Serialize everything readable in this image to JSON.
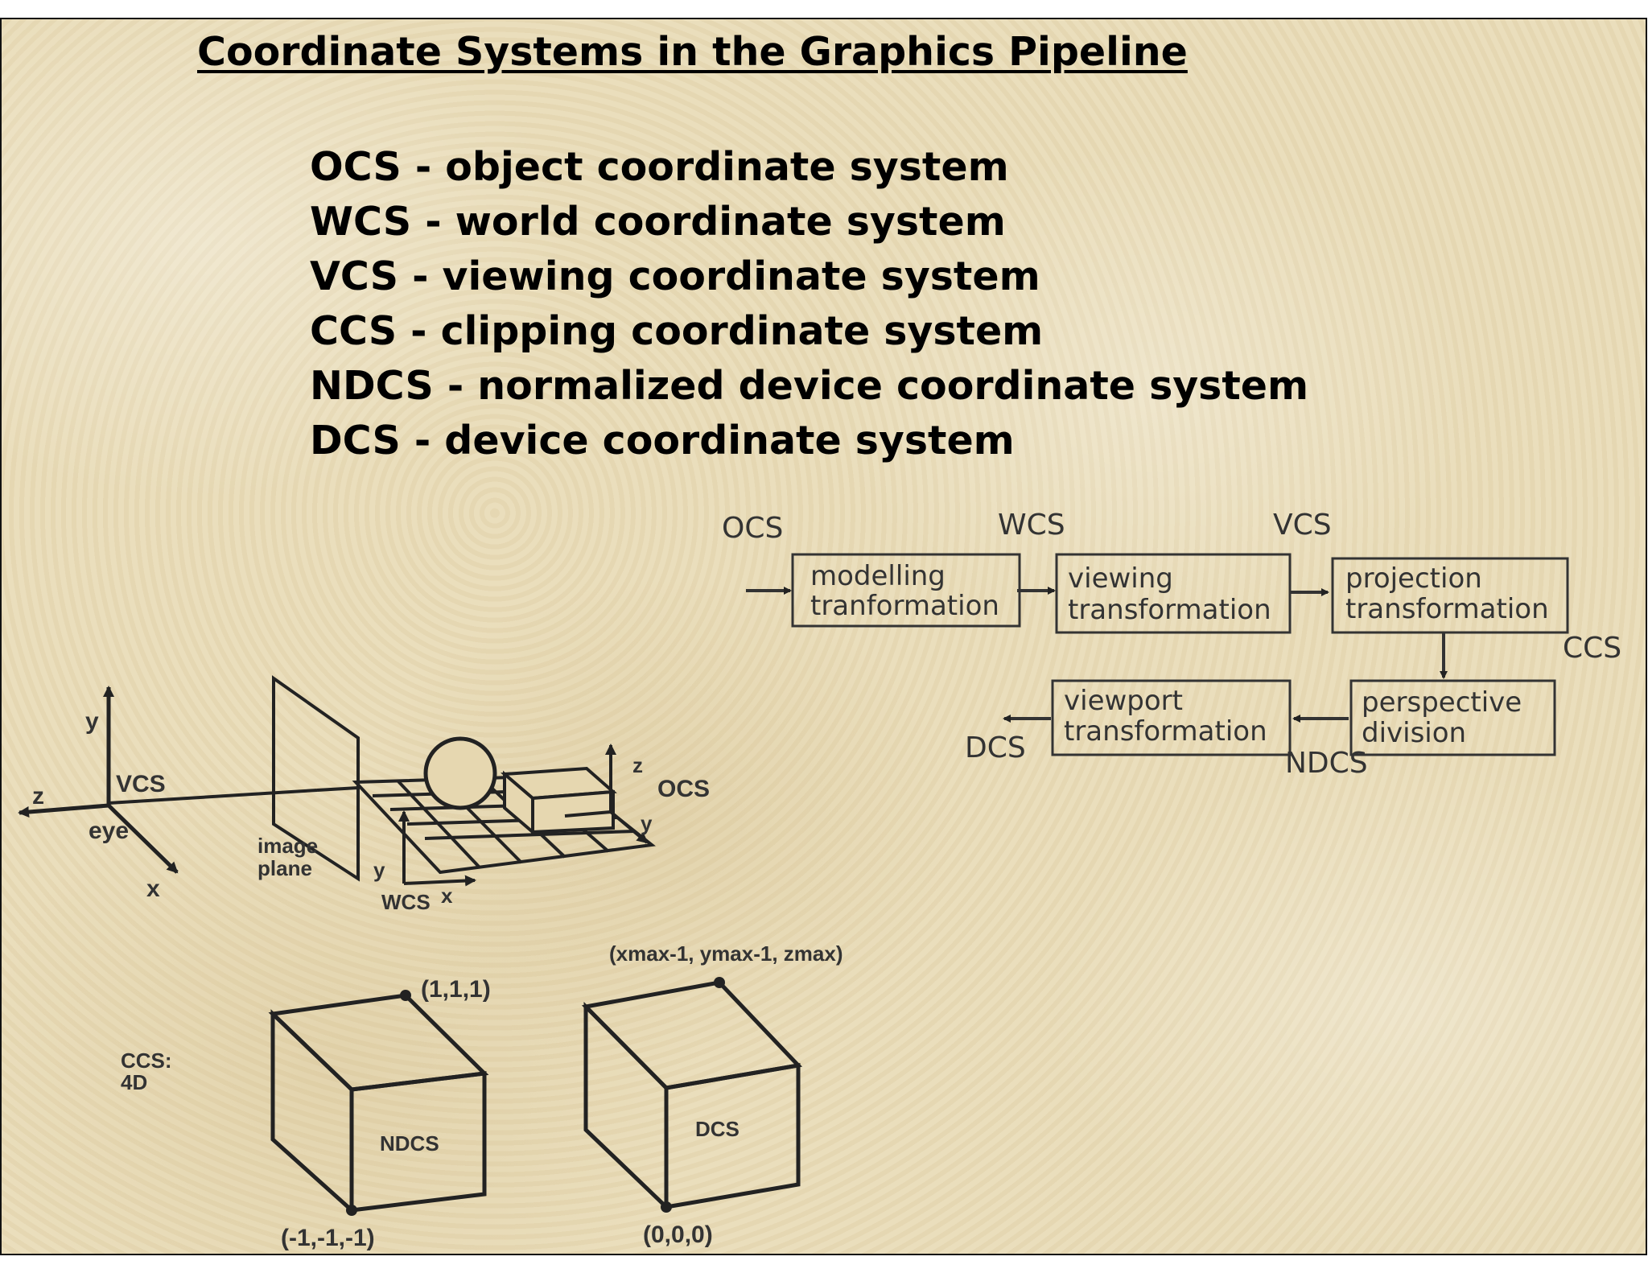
{
  "title": "Coordinate Systems in the Graphics Pipeline",
  "definitions": [
    "OCS - object coordinate system",
    "WCS - world coordinate system",
    "VCS - viewing coordinate system",
    "CCS - clipping coordinate system",
    "NDCS - normalized device coordinate system",
    "DCS - device coordinate system"
  ],
  "pipeline": {
    "labels": {
      "ocs": "OCS",
      "wcs": "WCS",
      "vcs": "VCS",
      "ccs": "CCS",
      "ndcs": "NDCS",
      "dcs": "DCS"
    },
    "boxes": {
      "modelling": [
        "modelling",
        "tranformation"
      ],
      "viewing": [
        "viewing",
        "transformation"
      ],
      "projection": [
        "projection",
        "transformation"
      ],
      "perspective": [
        "perspective",
        "division"
      ],
      "viewport": [
        "viewport",
        "transformation"
      ]
    }
  },
  "scene": {
    "y": "y",
    "z": "z",
    "x": "x",
    "vcs": "VCS",
    "eye": "eye",
    "image_plane": [
      "image",
      "plane"
    ],
    "wcs": "WCS",
    "ocs": "OCS",
    "wcs_y": "y",
    "wcs_x": "x",
    "ocs_z": "z",
    "ocs_y": "y"
  },
  "cubes": {
    "ccs": [
      "CCS:",
      "4D"
    ],
    "ndcs": "NDCS",
    "ndcs_top": "(1,1,1)",
    "ndcs_bottom": "(-1,-1,-1)",
    "dcs": "DCS",
    "dcs_top": "(xmax-1, ymax-1, zmax)",
    "dcs_bottom": "(0,0,0)"
  }
}
